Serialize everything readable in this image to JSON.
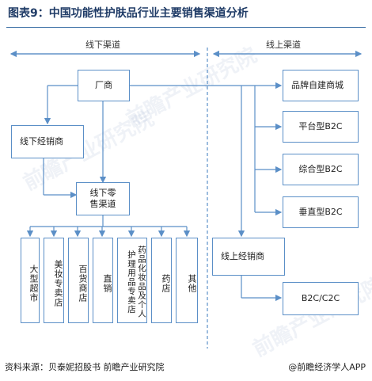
{
  "title": "图表9：中国功能性护肤品行业主要销售渠道分析",
  "sections": {
    "offline": "线下渠道",
    "online": "线上渠道"
  },
  "nodes": {
    "manufacturer": "厂商",
    "offline_distributor": "线下经销商",
    "offline_retail": "线下零售渠道",
    "brand_store": "品牌自建商城",
    "platform_b2c": "平台型B2C",
    "integrated_b2c": "综合型B2C",
    "vertical_b2c": "垂直型B2C",
    "online_distributor": "线上经销商",
    "b2c_c2c": "B2C/C2C"
  },
  "retail_outlets": [
    "大型超市",
    "美妆专卖店",
    "百货商店",
    "直销",
    "药品化妆品及个人护理用品专卖店",
    "药店",
    "其他"
  ],
  "source": "资料来源：贝泰妮招股书 前瞻产业研究院",
  "brand": "@前瞻经济学人APP",
  "colors": {
    "line": "#5b8fc7",
    "title": "#1f3b66"
  }
}
